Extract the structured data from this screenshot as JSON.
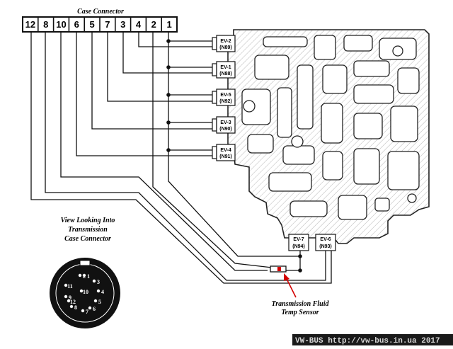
{
  "connector": {
    "title": "Case Connector",
    "pins": [
      "12",
      "8",
      "10",
      "6",
      "5",
      "7",
      "3",
      "4",
      "2",
      "1"
    ]
  },
  "solenoids": [
    {
      "id": "EV-2",
      "code": "(N89)"
    },
    {
      "id": "EV-1",
      "code": "(N88)"
    },
    {
      "id": "EV-5",
      "code": "(N92)"
    },
    {
      "id": "EV-3",
      "code": "(N90)"
    },
    {
      "id": "EV-4",
      "code": "(N91)"
    },
    {
      "id": "EV-7",
      "code": "(N94)"
    },
    {
      "id": "EV-6",
      "code": "(N93)"
    }
  ],
  "view_caption": [
    "View Looking Into",
    "Transmission",
    "Case Connector"
  ],
  "face_pins": [
    "1",
    "2",
    "3",
    "4",
    "5",
    "6",
    "7",
    "8",
    "9",
    "10",
    "11",
    "12"
  ],
  "sensor_caption": [
    "Transmission Fluid",
    "Temp Sensor"
  ],
  "watermark": "VW-BUS http://vw-bus.in.ua 2017"
}
